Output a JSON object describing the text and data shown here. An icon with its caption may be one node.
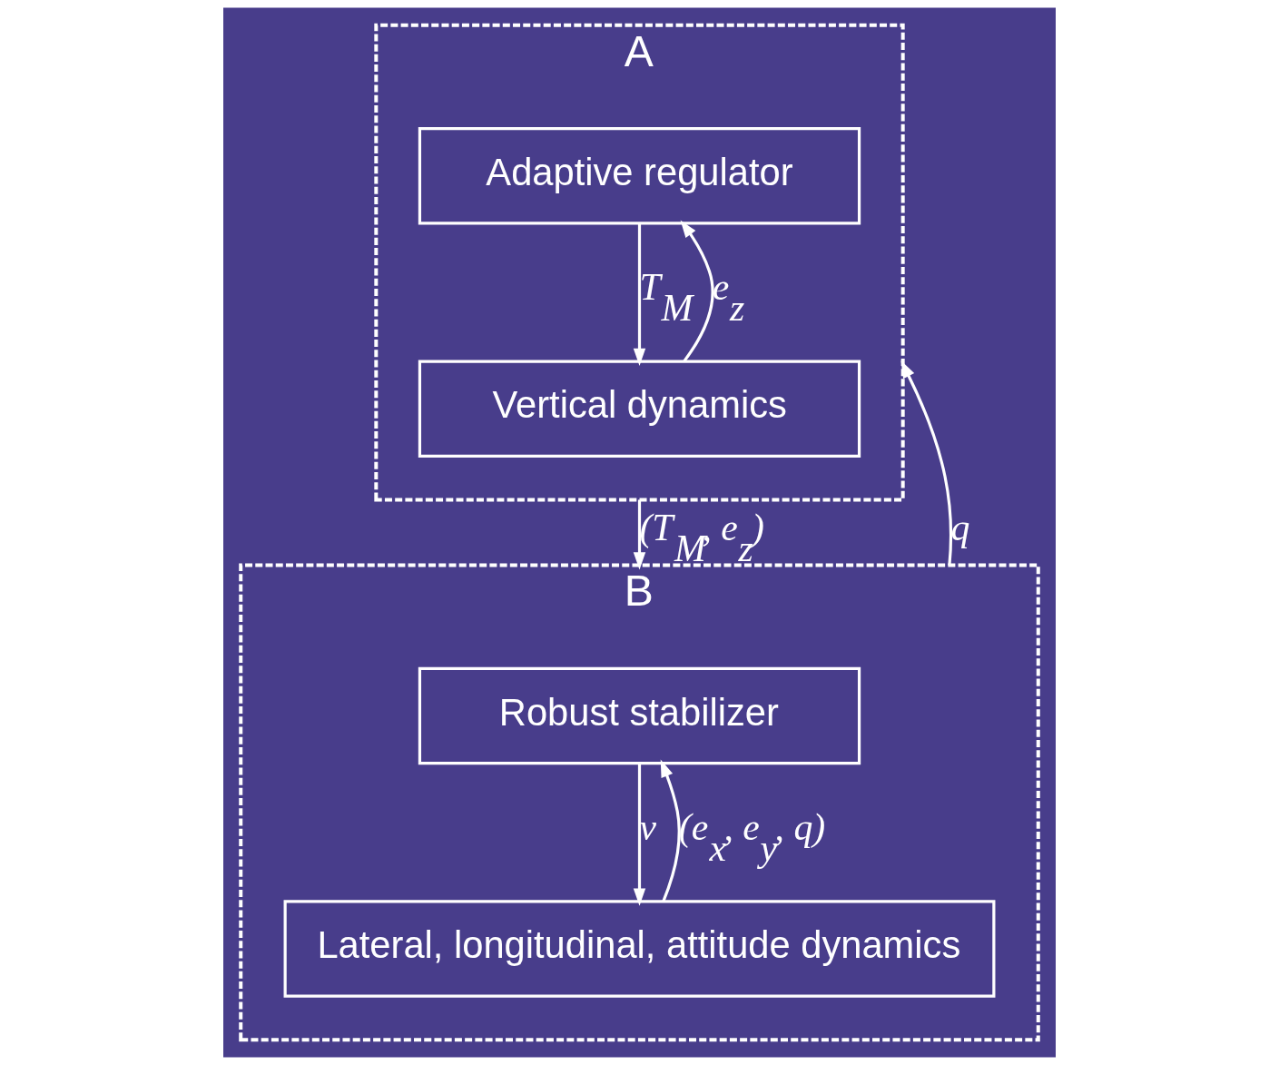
{
  "diagram": {
    "nodes": [
      {
        "text": [
          "A"
        ]
      },
      {
        "text": [
          "Adaptive regulator"
        ],
        "in": 0
      },
      {
        "text": [
          "Vertical dynamics"
        ],
        "in": 0
      },
      {
        "text": [
          "B"
        ]
      },
      {
        "text": [
          "Robust stabilizer"
        ],
        "in": 3
      },
      {
        "text": [
          "Lateral, longitudinal, attitude dynamics"
        ],
        "in": 3
      }
    ],
    "edges": [
      {
        "from": 1,
        "to": 2,
        "arrow": "to",
        "label": "T$_{M}$"
      },
      {
        "from": 2,
        "to": 1,
        "arrow": "to",
        "label": "e$_{z}$"
      },
      {
        "from": 4,
        "to": 5,
        "arrow": "to",
        "label": "v"
      },
      {
        "from": 5,
        "to": 4,
        "arrow": "to",
        "label": "(e$_{x}$, e$_{y}$, q)"
      },
      {
        "from": 0,
        "to": 3,
        "arrow": "to",
        "label": "(T$_{M}$, e$_{z}$)"
      },
      {
        "from": 3,
        "to": 0,
        "arrow": "to",
        "label": "q"
      }
    ]
  }
}
